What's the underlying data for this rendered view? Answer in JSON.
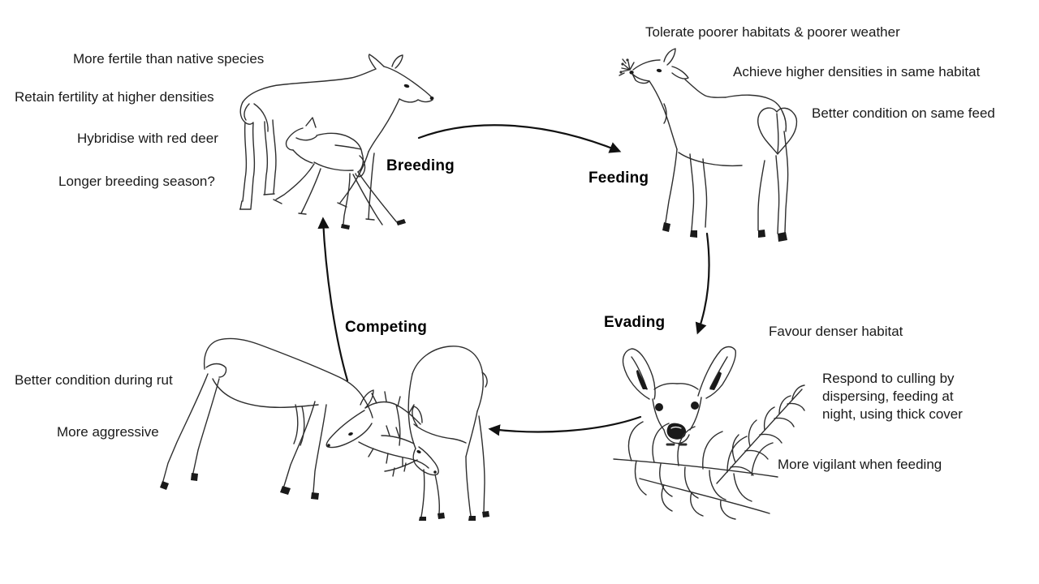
{
  "diagram_title": "Deer behaviour cycle diagram",
  "colors": {
    "ink": "#1a1a1a",
    "sketch": "#2e2e2e",
    "arrow": "#111111",
    "background": "#ffffff"
  },
  "cycle": {
    "breeding_label": "Breeding",
    "feeding_label": "Feeding",
    "evading_label": "Evading",
    "competing_label": "Competing",
    "flow": [
      "Breeding",
      "Feeding",
      "Evading",
      "Competing"
    ]
  },
  "breeding_notes": {
    "n1": "More fertile than native species",
    "n2": "Retain fertility at higher densities",
    "n3": "Hybridise with red deer",
    "n4": "Longer breeding season?"
  },
  "feeding_notes": {
    "n1": "Tolerate poorer habitats & poorer weather",
    "n2": "Achieve higher densities in same habitat",
    "n3": "Better condition on same feed"
  },
  "evading_notes": {
    "n1": "Favour denser habitat",
    "n2": "Respond to culling by dispersing, feeding at night, using thick cover",
    "n3": "More vigilant when feeding"
  },
  "competing_notes": {
    "n1": "Better condition during rut",
    "n2": "More aggressive"
  },
  "illustrations": {
    "doe_fawn": "doe with nursing fawn line drawing",
    "feeding_deer": "deer eating sprig line drawing",
    "evading_deer": "deer head peering through ferns line drawing",
    "fighting_stags": "two stags locking antlers line drawing"
  }
}
